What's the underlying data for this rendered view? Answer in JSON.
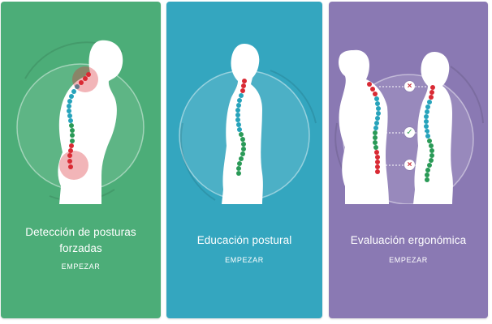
{
  "cards": [
    {
      "title_line1": "Detección de posturas",
      "title_line2": "forzadas",
      "action": "EMPEZAR",
      "color": "#4cad78"
    },
    {
      "title": "Educación postural",
      "action": "EMPEZAR",
      "color": "#34a6bf"
    },
    {
      "title": "Evaluación ergonómica",
      "action": "EMPEZAR",
      "color": "#8a79b3"
    }
  ],
  "icons": {
    "incorrect": "×",
    "correct": "✓"
  },
  "colors": {
    "spine_cervical": "#d92a34",
    "spine_thoracic": "#27a3bb",
    "spine_lumbar": "#2a9a57",
    "incorrect_mark": "#c7303b",
    "correct_mark": "#3aa15c"
  }
}
